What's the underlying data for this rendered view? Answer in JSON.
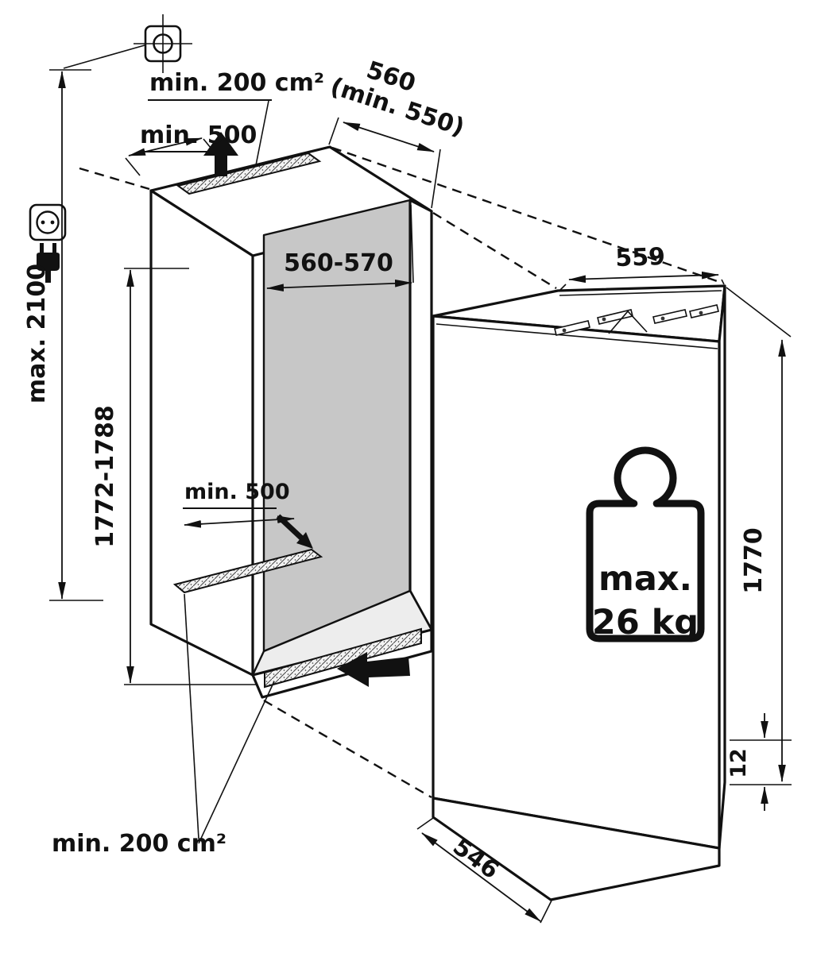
{
  "labels": {
    "ceiling_height": "max. 2100",
    "top_vent_area": "min. 200 cm²",
    "top_clearance": "min. 500",
    "niche_depth": "560",
    "niche_depth_min": "(min. 550)",
    "niche_width": "560-570",
    "niche_height": "1772-1788",
    "floor_clearance": "min. 500",
    "bottom_vent_area": "min. 200 cm²",
    "appliance_width": "559",
    "appliance_height": "1770",
    "appliance_depth": "546",
    "base_gap": "12",
    "weight_line1": "max.",
    "weight_line2": "26 kg"
  },
  "icons": {
    "mounting_template": "drill-crosshair-icon",
    "power_socket": "socket-icon",
    "power_plug": "plug-icon",
    "airflow_top": "arrow-up-icon",
    "airflow_bottom": "arrow-left-icon",
    "airflow_inner": "arrow-diagonal-icon",
    "max_weight": "weight-icon"
  },
  "colors": {
    "line": "#111111",
    "back_wall": "#c7c7c7",
    "floor": "#ededed",
    "background": "#ffffff"
  }
}
